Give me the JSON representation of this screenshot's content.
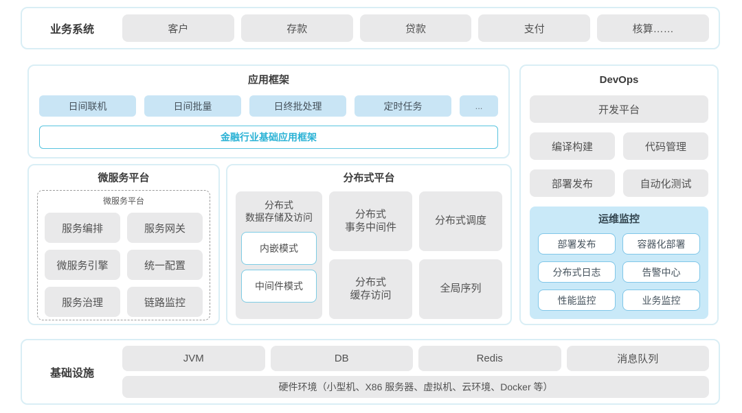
{
  "colors": {
    "panel_border": "#d9eef5",
    "gray_fill": "#e9e9ea",
    "blue_fill": "#c9e5f5",
    "ops_bg": "#c9e9f8",
    "pill_border": "#7fc6e8",
    "teal": "#2ab2d5"
  },
  "business_systems": {
    "label": "业务系统",
    "items": [
      "客户",
      "存款",
      "贷款",
      "支付",
      "核算……"
    ]
  },
  "app_framework": {
    "title": "应用框架",
    "items": [
      "日间联机",
      "日间批量",
      "日终批处理",
      "定时任务",
      "..."
    ],
    "base": "金融行业基础应用框架"
  },
  "devops": {
    "title": "DevOps",
    "dev_platform": "开发平台",
    "items": [
      "编译构建",
      "代码管理",
      "部署发布",
      "自动化测试"
    ],
    "ops": {
      "title": "运维监控",
      "items": [
        "部署发布",
        "容器化部署",
        "分布式日志",
        "告警中心",
        "性能监控",
        "业务监控"
      ]
    }
  },
  "microservices": {
    "title": "微服务平台",
    "inner_title": "微服务平台",
    "items": [
      "服务编排",
      "服务网关",
      "微服务引擎",
      "统一配置",
      "服务治理",
      "链路监控"
    ]
  },
  "distributed": {
    "title": "分布式平台",
    "storage": {
      "label": "分布式\n数据存储及访问",
      "modes": [
        "内嵌模式",
        "中间件模式"
      ]
    },
    "cells": [
      "分布式\n事务中间件",
      "分布式调度",
      "分布式\n缓存访问",
      "全局序列"
    ]
  },
  "infrastructure": {
    "label": "基础设施",
    "items": [
      "JVM",
      "DB",
      "Redis",
      "消息队列"
    ],
    "hardware": "硬件环境（小型机、X86 服务器、虚拟机、云环境、Docker 等）"
  }
}
